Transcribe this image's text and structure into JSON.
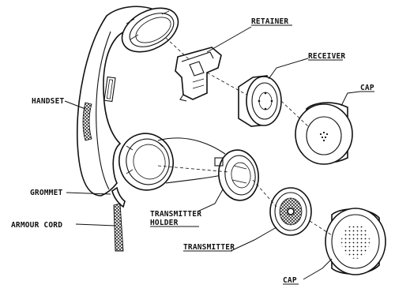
{
  "labels": {
    "retainer": "RETAINER",
    "receiver": "RECEIVER",
    "cap_top": "CAP",
    "handset": "HANDSET",
    "grommet": "GROMMET",
    "armour_cord": "ARMOUR CORD",
    "transmitter_holder_1": "TRANSMITTER",
    "transmitter_holder_2": "HOLDER",
    "transmitter": "TRANSMITTER",
    "cap_bottom": "CAP"
  }
}
